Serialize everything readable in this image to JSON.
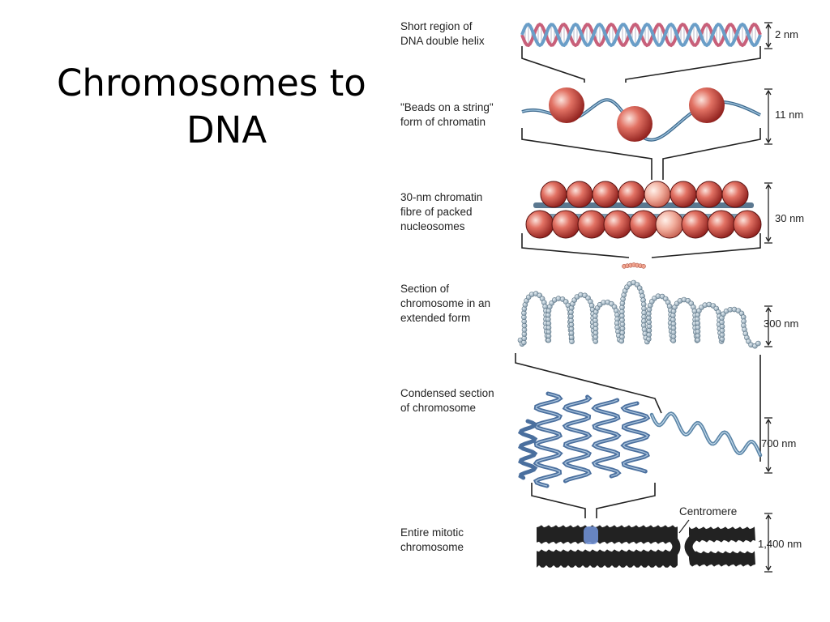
{
  "slide": {
    "title_line1": "Chromosomes to",
    "title_line2": "DNA"
  },
  "diagram": {
    "levels": [
      {
        "label_lines": [
          "Short region of",
          "DNA double helix"
        ],
        "size": "2 nm"
      },
      {
        "label_lines": [
          "\"Beads on a string\"",
          "form of chromatin"
        ],
        "size": "11 nm"
      },
      {
        "label_lines": [
          "30-nm chromatin",
          "fibre of packed",
          "nucleosomes"
        ],
        "size": "30 nm"
      },
      {
        "label_lines": [
          "Section of",
          "chromosome in an",
          "extended form"
        ],
        "size": "300 nm"
      },
      {
        "label_lines": [
          "Condensed section",
          "of chromosome"
        ],
        "size": "700 nm"
      },
      {
        "label_lines": [
          "Entire mitotic",
          "chromosome"
        ],
        "size": "1,400 nm"
      }
    ],
    "centromere_label": "Centromere"
  },
  "colors": {
    "helix_red": "#c8607a",
    "helix_blue": "#6a9ec8",
    "nucleosome": "#d0433e",
    "fiber_bead": "#9fb4c4",
    "condensed": "#4a6f9e",
    "chromosome": "#222222"
  }
}
